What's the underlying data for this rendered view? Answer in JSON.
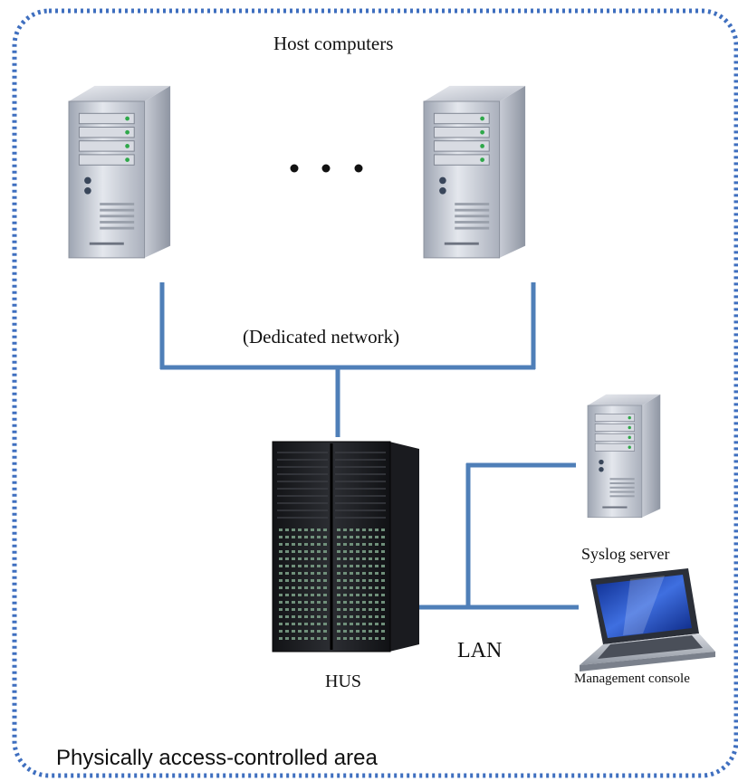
{
  "area": {
    "label": "Physically access-controlled area",
    "border_color": "#3f6fbf"
  },
  "hosts": {
    "label": "Host computers",
    "ellipsis": "• • •",
    "icon": "tower-server-icon"
  },
  "network": {
    "label": "(Dedicated network)",
    "line_color": "#4f7fb8"
  },
  "storage": {
    "label": "HUS",
    "icon": "storage-rack-icon"
  },
  "lan": {
    "label": "LAN"
  },
  "syslog": {
    "label": "Syslog server",
    "icon": "tower-server-icon"
  },
  "console": {
    "label": "Management console",
    "icon": "laptop-icon"
  }
}
